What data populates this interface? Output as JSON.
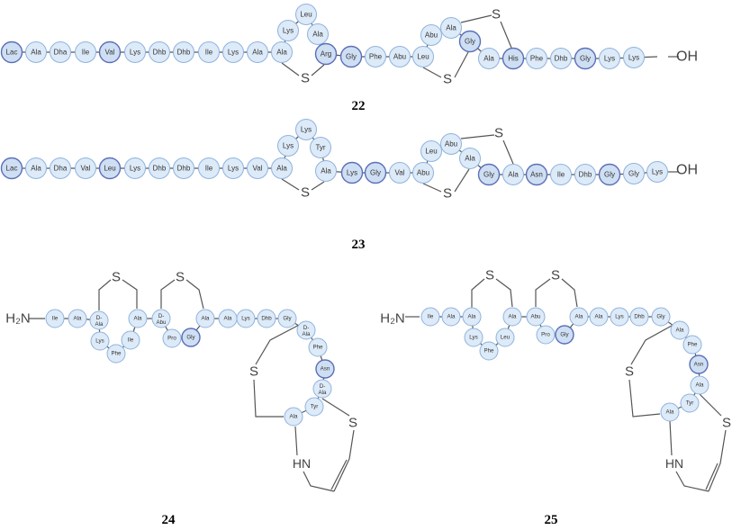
{
  "colors": {
    "circle_fill": "#ddeaf8",
    "circle_stroke": "#8fb3de",
    "circle_fill_dark": "#cfdff3",
    "circle_stroke_dark": "#5b6fb8",
    "bond": "#555555"
  },
  "atoms": {
    "sulfur": "S",
    "hydroxyl": "OH",
    "amine": "H₂N",
    "amine_ring": "HN"
  },
  "compounds": [
    {
      "label": "22",
      "residues": [
        "Lac",
        "Ala",
        "Dha",
        "Ile",
        "Val",
        "Lys",
        "Dhb",
        "Dhb",
        "Ile",
        "Lys",
        "Ala",
        "Ala",
        "Lys",
        "Leu",
        "Ala",
        "Arg",
        "Gly",
        "Phe",
        "Abu",
        "Leu",
        "Abu",
        "Ala",
        "Gly",
        "Ala",
        "His",
        "Phe",
        "Dhb",
        "Gly",
        "Lys",
        "Lys"
      ],
      "dark": [
        0,
        4,
        15,
        16,
        22,
        24,
        27
      ]
    },
    {
      "label": "23",
      "residues": [
        "Lac",
        "Ala",
        "Dha",
        "Val",
        "Leu",
        "Lys",
        "Dhb",
        "Dhb",
        "Ile",
        "Lys",
        "Val",
        "Ala",
        "Lys",
        "Lys",
        "Tyr",
        "Ala",
        "Lys",
        "Gly",
        "Val",
        "Abu",
        "Leu",
        "Abu",
        "Ala",
        "Gly",
        "Ala",
        "Asn",
        "Ile",
        "Dhb",
        "Gly",
        "Gly",
        "Lys"
      ],
      "dark": [
        0,
        4,
        16,
        17,
        23,
        25,
        28
      ]
    },
    {
      "label": "24",
      "residues": [
        "Ile",
        "Ala",
        "D-Ala",
        "Lys",
        "Phe",
        "Ile",
        "Ala",
        "D-Abu",
        "Pro",
        "Gly",
        "Ala",
        "Ala",
        "Lys",
        "Dhb",
        "Gly",
        "D-Ala",
        "Phe",
        "Asn",
        "D-Ala",
        "Tyr",
        "Ala"
      ],
      "dark": [
        9,
        17
      ]
    },
    {
      "label": "25",
      "residues": [
        "Ile",
        "Ala",
        "Ala",
        "Lys",
        "Phe",
        "Leu",
        "Ala",
        "Abu",
        "Pro",
        "Gly",
        "Ala",
        "Ala",
        "Lys",
        "Dhb",
        "Gly",
        "Ala",
        "Phe",
        "Asn",
        "Ala",
        "Tyr",
        "Ala"
      ],
      "dark": [
        9,
        17
      ]
    }
  ]
}
